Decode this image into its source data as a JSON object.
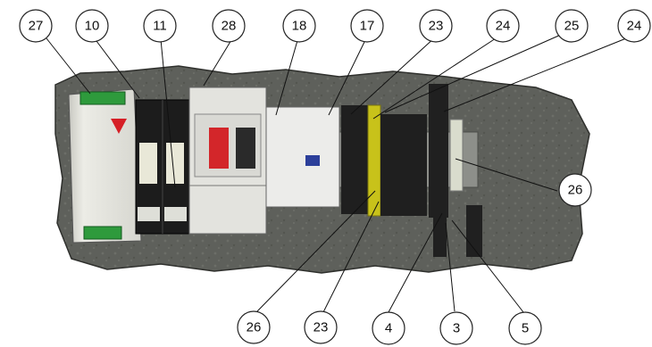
{
  "callouts_top": [
    {
      "id": "c27",
      "label": "27"
    },
    {
      "id": "c10",
      "label": "10"
    },
    {
      "id": "c11",
      "label": "11"
    },
    {
      "id": "c28",
      "label": "28"
    },
    {
      "id": "c18",
      "label": "18"
    },
    {
      "id": "c17",
      "label": "17"
    },
    {
      "id": "c23a",
      "label": "23"
    },
    {
      "id": "c24a",
      "label": "24"
    },
    {
      "id": "c25",
      "label": "25"
    },
    {
      "id": "c24b",
      "label": "24"
    }
  ],
  "callouts_side": [
    {
      "id": "c26a",
      "label": "26"
    }
  ],
  "callouts_bottom": [
    {
      "id": "c26b",
      "label": "26"
    },
    {
      "id": "c23b",
      "label": "23"
    },
    {
      "id": "c4",
      "label": "4"
    },
    {
      "id": "c3",
      "label": "3"
    },
    {
      "id": "c5",
      "label": "5"
    }
  ],
  "colors": {
    "backplate": "#5f605b",
    "din_module": "#e4e4dc",
    "relay_black": "#1c1c1c",
    "breaker_red": "#d3262a",
    "terminal_yellow": "#c8c21a",
    "terminal_green": "#2e8a3a",
    "connector_green": "#2e9a3c",
    "arrow_red": "#d61f26",
    "contactor_blue": "#2c3f9a"
  }
}
